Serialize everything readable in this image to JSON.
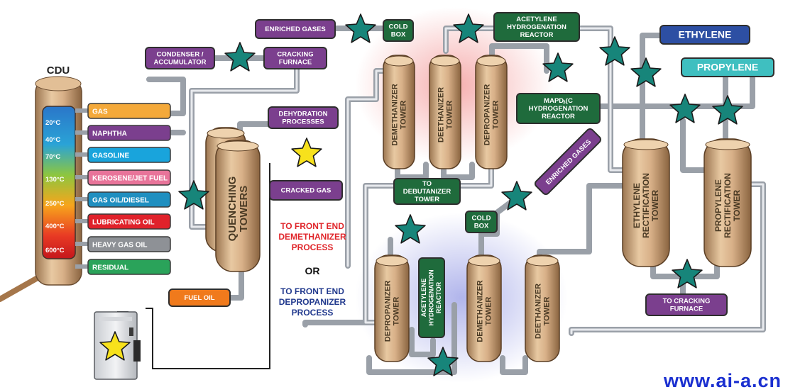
{
  "cdu": {
    "title": "CDU",
    "temps": [
      "20°C",
      "40°C",
      "70°C",
      "130°C",
      "250°C",
      "400°C",
      "600°C"
    ],
    "products": [
      {
        "label": "GAS",
        "color": "#f4a93a"
      },
      {
        "label": "NAPHTHA",
        "color": "#7b3f8e"
      },
      {
        "label": "GASOLINE",
        "color": "#19a4dc"
      },
      {
        "label": "KEROSENE/JET FUEL",
        "color": "#e8749a"
      },
      {
        "label": "GAS OIL/DIESEL",
        "color": "#1f8fc0"
      },
      {
        "label": "LUBRICATING OIL",
        "color": "#e0222b"
      },
      {
        "label": "HEAVY GAS OIL",
        "color": "#8e9196"
      },
      {
        "label": "RESIDUAL",
        "color": "#2aa35a"
      }
    ]
  },
  "boxes": {
    "condenser": [
      "CONDENSER /",
      "ACCUMULATOR"
    ],
    "cracking_furnace": [
      "CRACKING",
      "FURNACE"
    ],
    "enriched_gases_top": "ENRICHED GASES",
    "cold_box_top": [
      "COLD",
      "BOX"
    ],
    "acetylene_reactor_top": [
      "ACETYLENE",
      "HYDROGENATION",
      "REACTOR"
    ],
    "mapd_reactor": [
      "MAPD (C",
      "HYDROGENATION",
      "REACTOR"
    ],
    "mapd_sub": "3",
    "dehydration": [
      "DEHYDRATION",
      "PROCESSES"
    ],
    "cracked_gas": "CRACKED GAS",
    "to_debutanizer": [
      "TO",
      "DEBUTANIZER",
      "TOWER"
    ],
    "enriched_gases_diag": "ENRICHED GASES",
    "cold_box_bottom": [
      "COLD",
      "BOX"
    ],
    "acetylene_reactor_vertical": [
      "ACETYLENE",
      "HYDROGENATION",
      "REACTOR"
    ],
    "fuel_oil": "FUEL OIL",
    "to_cracking_furnace": [
      "TO CRACKING",
      "FURNACE"
    ],
    "ethylene": "ETHYLENE",
    "propylene": "PROPYLENE"
  },
  "towers": {
    "quenching": [
      "QUENCHING",
      "TOWERS"
    ],
    "demethanizer": [
      "DEMETHANIZER",
      "TOWER"
    ],
    "deethanizer": [
      "DEETHANIZER",
      "TOWER"
    ],
    "depropanizer": [
      "DEPROPANIZER",
      "TOWER"
    ],
    "ethylene_rect": [
      "ETHYLENE",
      "RECTIFICATION",
      "TOWER"
    ],
    "propylene_rect": [
      "PROPYLENE",
      "RECTIFICATION",
      "TOWER"
    ]
  },
  "routes": {
    "front_end_demethanizer": [
      "TO FRONT END",
      "DEMETHANIZER",
      "PROCESS"
    ],
    "or": "OR",
    "front_end_depropanizer": [
      "TO FRONT END",
      "DEPROPANIZER",
      "PROCESS"
    ]
  },
  "watermark": "www.ai-a.cn",
  "colors": {
    "purple": "#7b3f8e",
    "green": "#1f6b3c",
    "star": "#17857a",
    "star_yellow": "#f7e11c",
    "ethylene": "#2d4fa3",
    "propylene": "#3fbfc0",
    "fuel_oil": "#f07a1c",
    "front_end_red": "#e0262b",
    "front_end_blue": "#223a8e",
    "watermark": "#1a2fd0"
  }
}
